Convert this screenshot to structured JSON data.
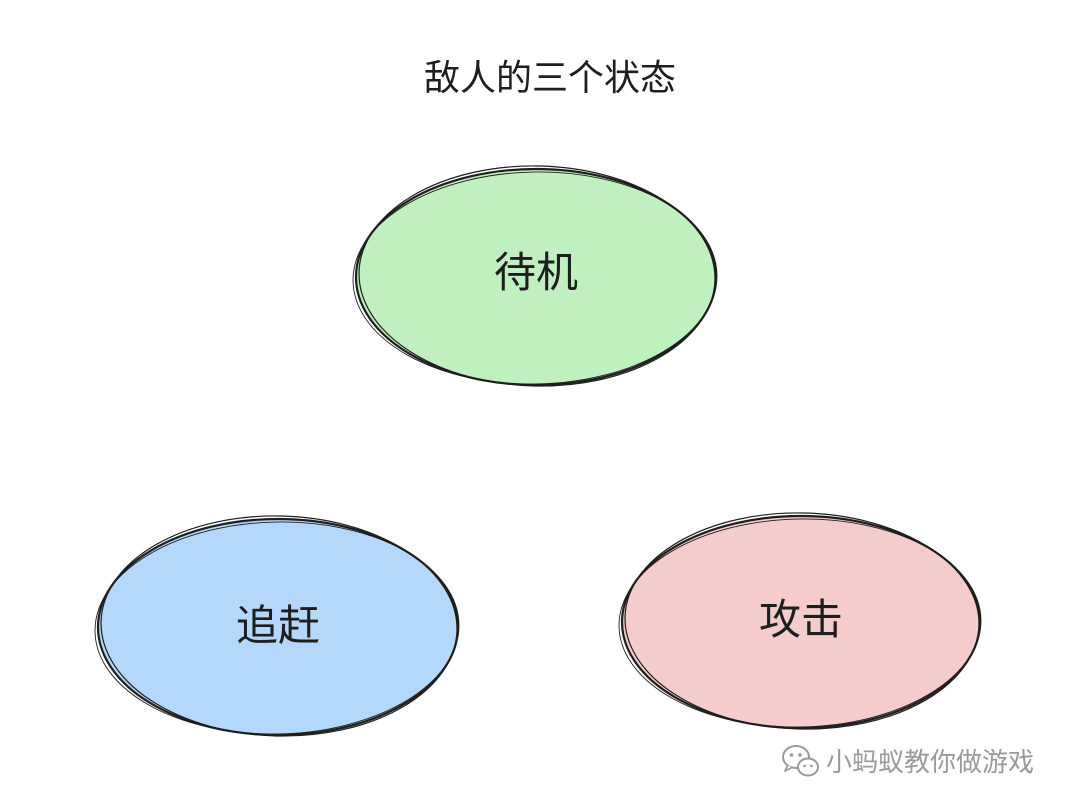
{
  "title": "敌人的三个状态",
  "states": [
    {
      "id": "idle",
      "label": "待机",
      "fill": "#c0f0c0"
    },
    {
      "id": "chase",
      "label": "追赶",
      "fill": "#b3d8fb"
    },
    {
      "id": "attack",
      "label": "攻击",
      "fill": "#f5cccc"
    }
  ],
  "watermark": {
    "text": "小蚂蚁教你做游戏",
    "icon": "wechat-icon",
    "color": "#9a9a9a"
  }
}
